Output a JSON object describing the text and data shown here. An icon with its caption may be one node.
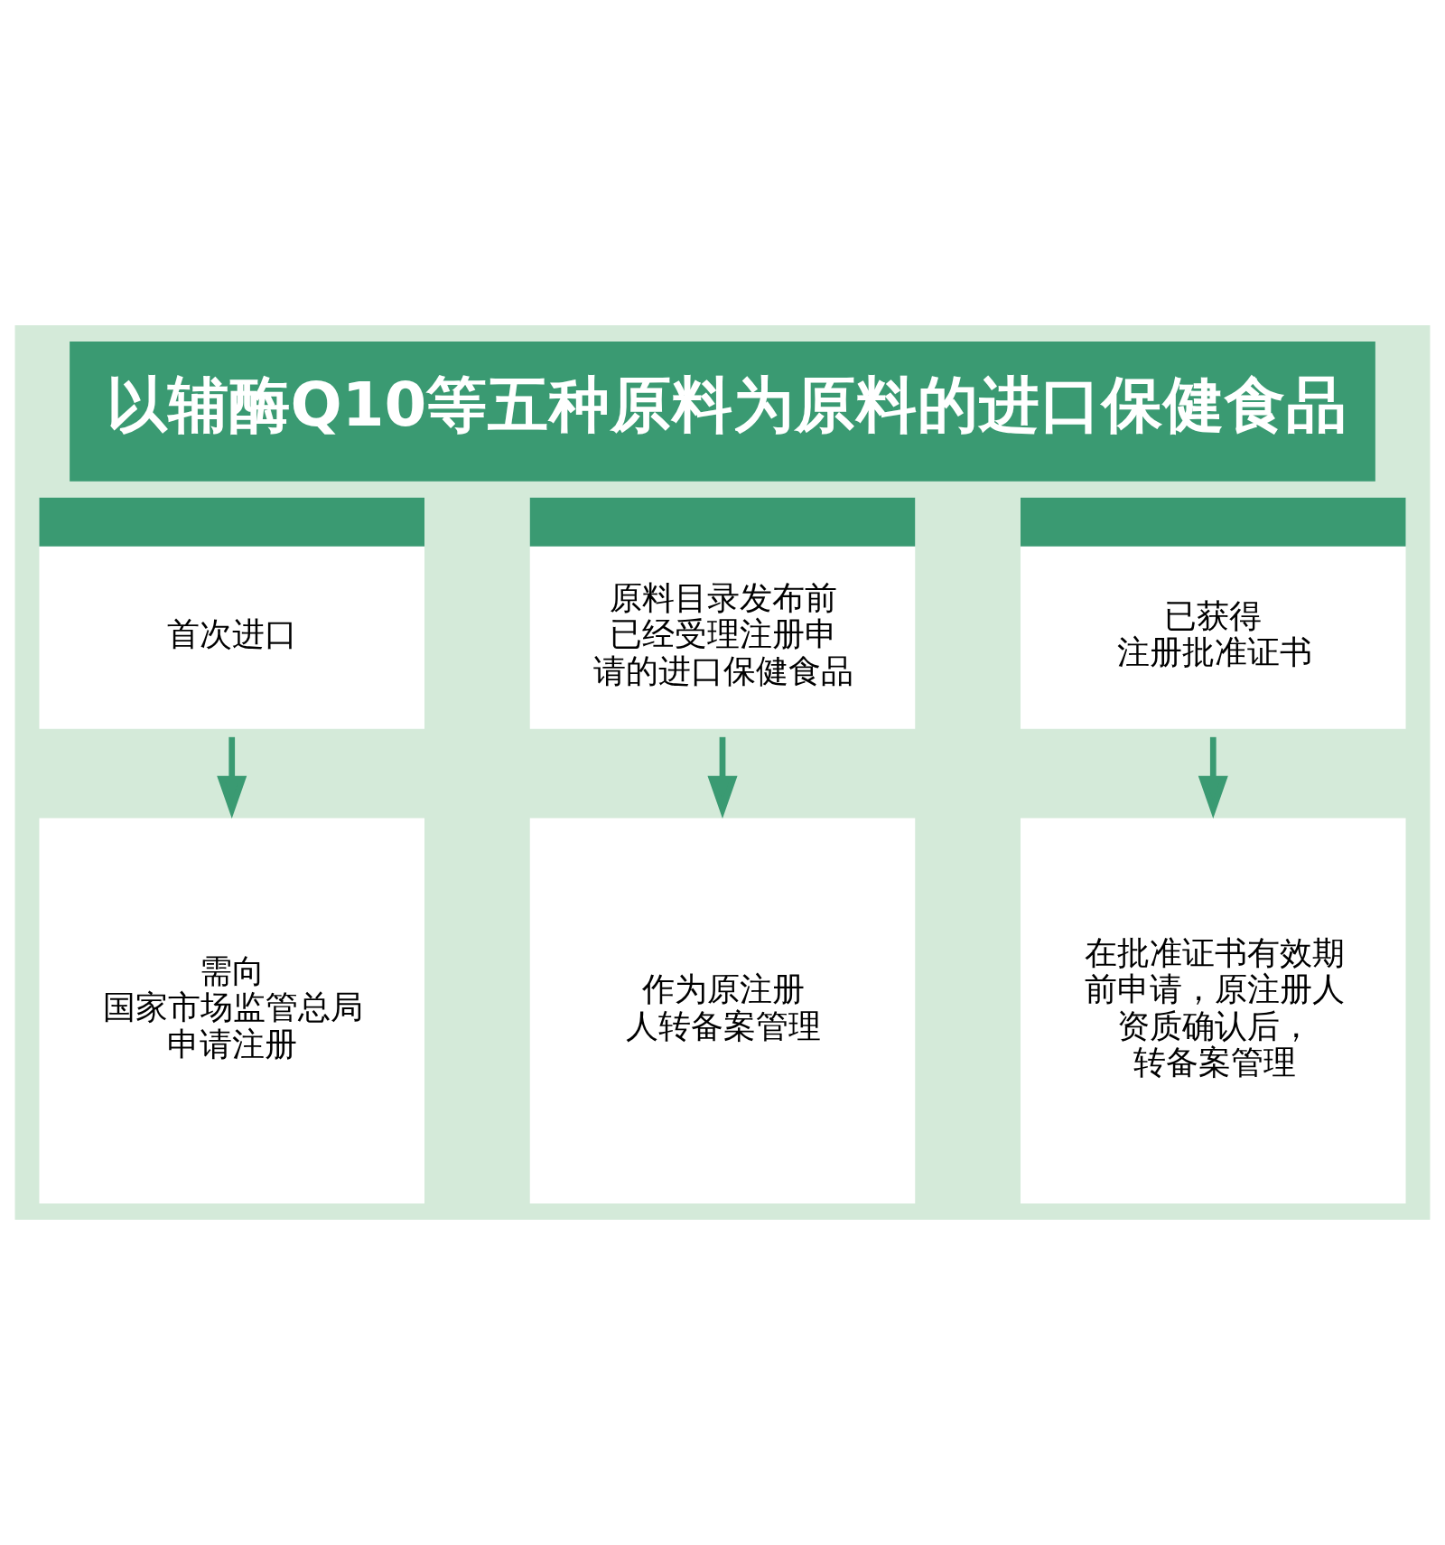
{
  "diagram": {
    "title": "以辅酶Q10等五种原料为原料的进口保健食品",
    "nodes": [
      {
        "text": [
          "首次进口"
        ]
      },
      {
        "text": [
          "原料目录发布前已经受理注册申请的进口保健食品"
        ]
      },
      {
        "text": [
          "已获得注册批准证书"
        ]
      },
      {
        "text": [
          "需向国家市场监管总局申请注册"
        ]
      },
      {
        "text": [
          "作为原注册人转备案管理"
        ]
      },
      {
        "text": [
          "在批准证书有效期前申请，原注册人资质确认后，转备案管理"
        ]
      }
    ],
    "edges": [
      {
        "from": 0,
        "to": 3,
        "arrow": "to"
      },
      {
        "from": 1,
        "to": 4,
        "arrow": "to"
      },
      {
        "from": 2,
        "to": 5,
        "arrow": "to"
      }
    ]
  }
}
